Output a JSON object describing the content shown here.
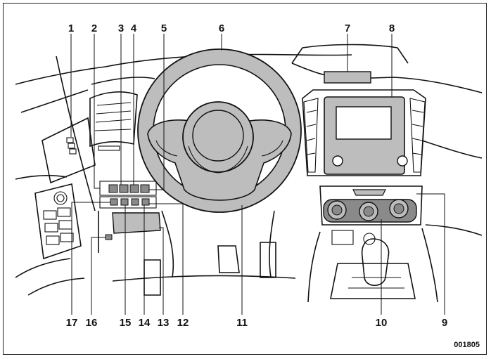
{
  "figure": {
    "reference_code": "001805",
    "callouts": {
      "c1": "1",
      "c2": "2",
      "c3": "3",
      "c4": "4",
      "c5": "5",
      "c6": "6",
      "c7": "7",
      "c8": "8",
      "c9": "9",
      "c10": "10",
      "c11": "11",
      "c12": "12",
      "c13": "13",
      "c14": "14",
      "c15": "15",
      "c16": "16",
      "c17": "17"
    }
  },
  "colors": {
    "line": "#111111",
    "shade": "#bdbdbd",
    "shade_dark": "#8a8a8a",
    "background": "#ffffff"
  }
}
